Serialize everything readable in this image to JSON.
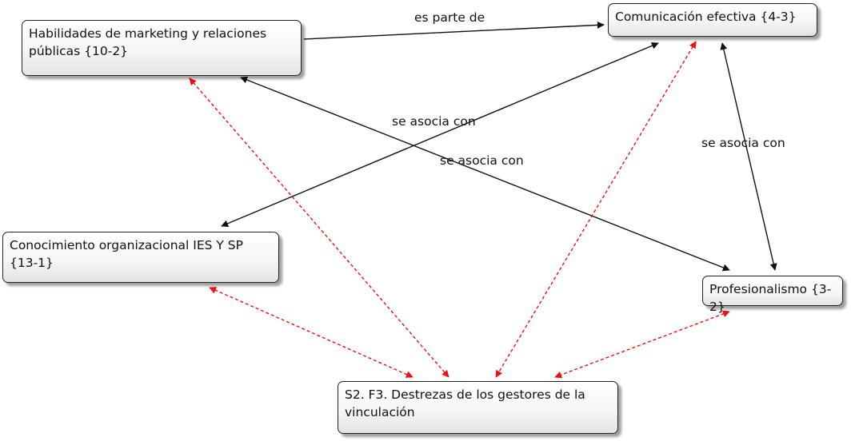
{
  "nodes": {
    "habilidades": "Habilidades de marketing y relaciones\npúblicas {10-2}",
    "comunicacion": "Comunicación efectiva {4-3}",
    "conocimiento": "Conocimiento organizacional IES Y SP\n{13-1}",
    "profesionalismo": "Profesionalismo {3-2}",
    "destrezas": "S2. F3. Destrezas de los gestores de la\nvinculación"
  },
  "edge_labels": {
    "es_parte_de": "es parte de",
    "asocia_comunicacion_conocimiento": "se asocia con",
    "asocia_habilidades_profesionalismo": "se asocia con",
    "asocia_comunicacion_profesionalismo": "se asocia con"
  },
  "relations": [
    {
      "from": "habilidades",
      "to": "comunicacion",
      "label": "es parte de",
      "style": "solid"
    },
    {
      "from": "comunicacion",
      "to": "conocimiento",
      "label": "se asocia con",
      "style": "solid"
    },
    {
      "from": "habilidades",
      "to": "profesionalismo",
      "label": "se asocia con",
      "style": "solid"
    },
    {
      "from": "comunicacion",
      "to": "profesionalismo",
      "label": "se asocia con",
      "style": "solid"
    },
    {
      "from": "habilidades",
      "to": "destrezas",
      "style": "dashed"
    },
    {
      "from": "conocimiento",
      "to": "destrezas",
      "style": "dashed"
    },
    {
      "from": "comunicacion",
      "to": "destrezas",
      "style": "dashed"
    },
    {
      "from": "profesionalismo",
      "to": "destrezas",
      "style": "dashed"
    }
  ],
  "colors": {
    "solid_link": "#111111",
    "dashed_link": "#ee1111"
  }
}
